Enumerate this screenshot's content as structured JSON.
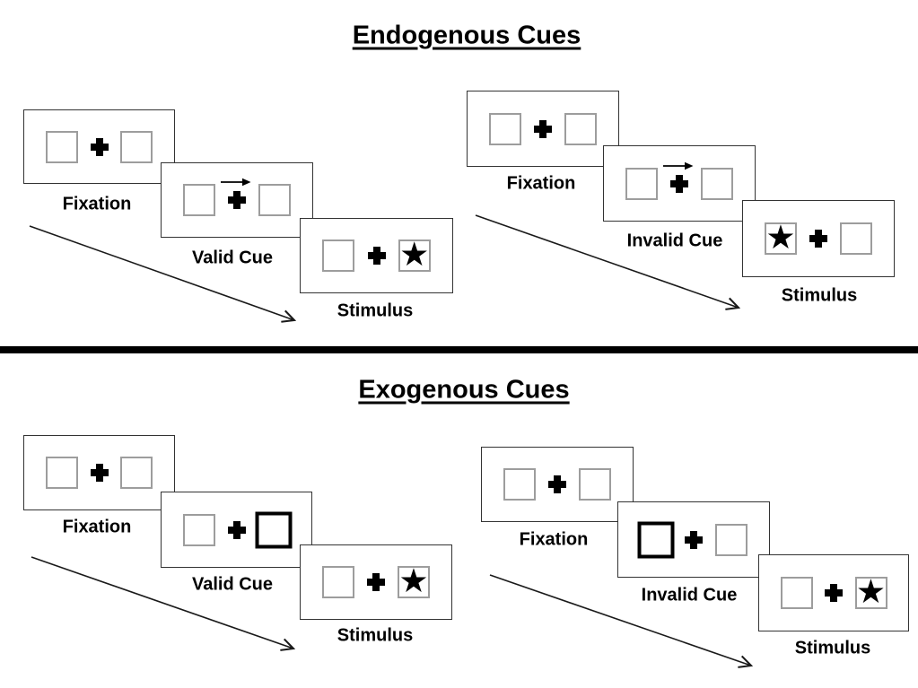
{
  "diagram": {
    "kind": "attention-cueing-paradigm",
    "background": "#ffffff"
  },
  "colors": {
    "ink": "#000000",
    "panel_border": "#333333",
    "box_border": "#9d9d9d",
    "bold_box_border": "#000000"
  },
  "icons": {
    "target_star": "★",
    "fixation_cross": "+",
    "cue_right_arrow": "→"
  },
  "sections": [
    {
      "id": "endogenous",
      "title": "Endogenous Cues",
      "sequences": [
        {
          "id": "valid",
          "panels": [
            {
              "label": "Fixation",
              "left_box": "empty",
              "right_box": "empty",
              "cue_arrow": false
            },
            {
              "label": "Valid Cue",
              "left_box": "empty",
              "right_box": "empty",
              "cue_arrow": true
            },
            {
              "label": "Stimulus",
              "left_box": "empty",
              "right_box": "star",
              "cue_arrow": false
            }
          ]
        },
        {
          "id": "invalid",
          "panels": [
            {
              "label": "Fixation",
              "left_box": "empty",
              "right_box": "empty",
              "cue_arrow": false
            },
            {
              "label": "Invalid Cue",
              "left_box": "empty",
              "right_box": "empty",
              "cue_arrow": true
            },
            {
              "label": "Stimulus",
              "left_box": "star",
              "right_box": "empty",
              "cue_arrow": false
            }
          ]
        }
      ]
    },
    {
      "id": "exogenous",
      "title": "Exogenous Cues",
      "sequences": [
        {
          "id": "valid",
          "panels": [
            {
              "label": "Fixation",
              "left_box": "empty",
              "right_box": "empty",
              "cue_arrow": false
            },
            {
              "label": "Valid Cue",
              "left_box": "empty",
              "right_box": "bold",
              "cue_arrow": false
            },
            {
              "label": "Stimulus",
              "left_box": "empty",
              "right_box": "star",
              "cue_arrow": false
            }
          ]
        },
        {
          "id": "invalid",
          "panels": [
            {
              "label": "Fixation",
              "left_box": "empty",
              "right_box": "empty",
              "cue_arrow": false
            },
            {
              "label": "Invalid Cue",
              "left_box": "bold",
              "right_box": "empty",
              "cue_arrow": false
            },
            {
              "label": "Stimulus",
              "left_box": "empty",
              "right_box": "star",
              "cue_arrow": false
            }
          ]
        }
      ]
    }
  ]
}
